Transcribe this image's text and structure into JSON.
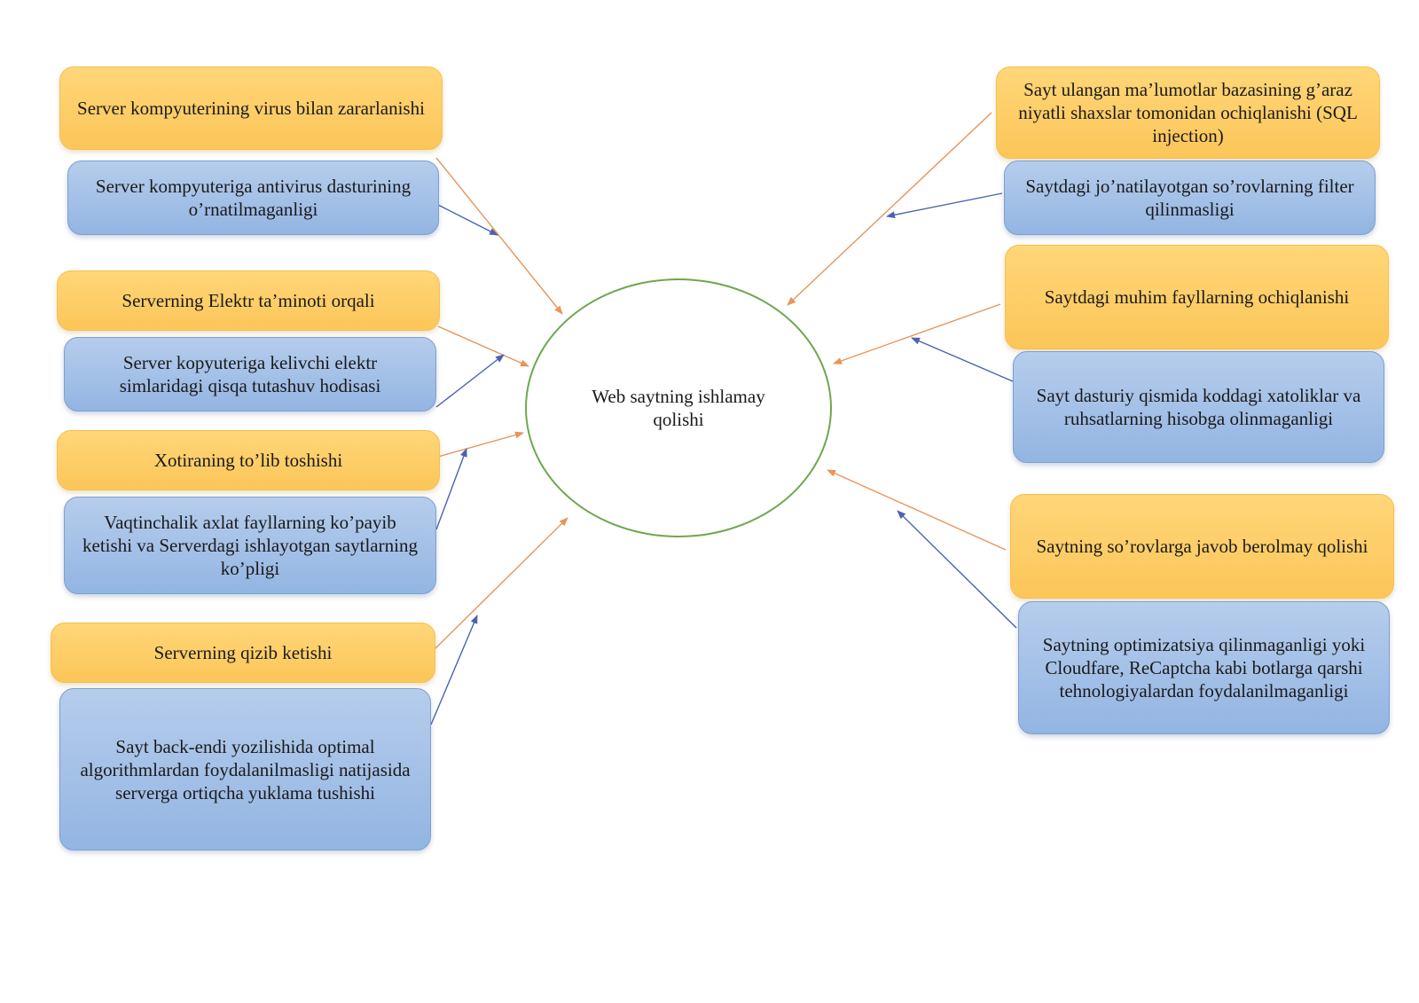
{
  "center": {
    "label": "Web saytning ishlamay qolishi"
  },
  "left": [
    {
      "cause": "Server kompyuterining virus bilan zararlanishi",
      "reason": "Server kompyuteriga antivirus dasturining o’rnatilmaganligi"
    },
    {
      "cause": "Serverning Elektr ta’minoti orqali",
      "reason": "Server kopyuteriga kelivchi elektr simlaridagi qisqa tutashuv hodisasi"
    },
    {
      "cause": "Xotiraning to’lib toshishi",
      "reason": "Vaqtinchalik axlat fayllarning ko’payib ketishi va Serverdagi ishlayotgan saytlarning ko’pligi"
    },
    {
      "cause": "Serverning qizib ketishi",
      "reason": "Sayt back-endi yozilishida optimal algorithmlardan foydalanilmasligi natijasida serverga ortiqcha yuklama tushishi"
    }
  ],
  "right": [
    {
      "cause": "Sayt ulangan ma’lumotlar bazasining g’araz niyatli shaxslar tomonidan ochiqlanishi (SQL injection)",
      "reason": "Saytdagi jo’natilayotgan so’rovlarning filter qilinmasligi"
    },
    {
      "cause": "Saytdagi muhim fayllarning ochiqlanishi",
      "reason": "Sayt dasturiy qismida koddagi xatoliklar va ruhsatlarning hisobga olinmaganligi"
    },
    {
      "cause": "Saytning so’rovlarga javob berolmay qolishi",
      "reason": "Saytning optimizatsiya qilinmaganligi yoki Cloudfare, ReCaptcha kabi botlarga qarshi tehnologiyalardan foydalanilmaganligi"
    }
  ],
  "colors": {
    "cause_fill": "#fcc659",
    "reason_fill": "#93b5e2",
    "cause_arrow": "#e8945a",
    "reason_arrow": "#4a62b0",
    "ellipse_border": "#6ea74f"
  }
}
